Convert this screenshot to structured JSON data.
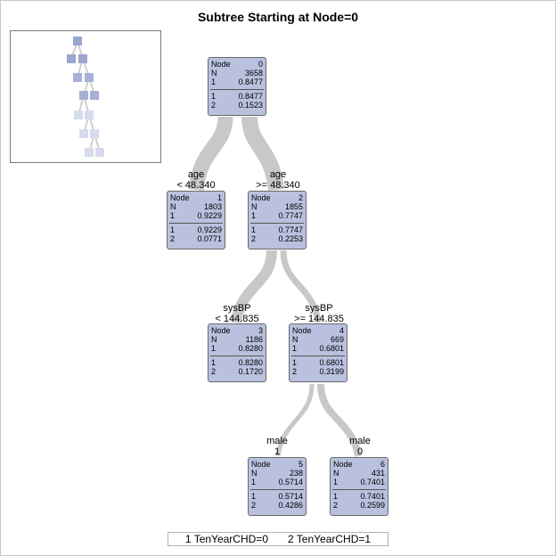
{
  "title": "Subtree Starting at Node=0",
  "nodes": [
    {
      "id": "0",
      "header_label": "Node",
      "n_label": "N",
      "n": "3658",
      "class_label": "1",
      "class_value": "0.8477",
      "p1_label": "1",
      "p1": "0.8477",
      "p2_label": "2",
      "p2": "0.1523"
    },
    {
      "id": "1",
      "header_label": "Node",
      "n_label": "N",
      "n": "1803",
      "class_label": "1",
      "class_value": "0.9229",
      "p1_label": "1",
      "p1": "0.9229",
      "p2_label": "2",
      "p2": "0.0771"
    },
    {
      "id": "2",
      "header_label": "Node",
      "n_label": "N",
      "n": "1855",
      "class_label": "1",
      "class_value": "0.7747",
      "p1_label": "1",
      "p1": "0.7747",
      "p2_label": "2",
      "p2": "0.2253"
    },
    {
      "id": "3",
      "header_label": "Node",
      "n_label": "N",
      "n": "1186",
      "class_label": "1",
      "class_value": "0.8280",
      "p1_label": "1",
      "p1": "0.8280",
      "p2_label": "2",
      "p2": "0.1720"
    },
    {
      "id": "4",
      "header_label": "Node",
      "n_label": "N",
      "n": "669",
      "class_label": "1",
      "class_value": "0.6801",
      "p1_label": "1",
      "p1": "0.6801",
      "p2_label": "2",
      "p2": "0.3199"
    },
    {
      "id": "5",
      "header_label": "Node",
      "n_label": "N",
      "n": "238",
      "class_label": "1",
      "class_value": "0.5714",
      "p1_label": "1",
      "p1": "0.5714",
      "p2_label": "2",
      "p2": "0.4286"
    },
    {
      "id": "6",
      "header_label": "Node",
      "n_label": "N",
      "n": "431",
      "class_label": "1",
      "class_value": "0.7401",
      "p1_label": "1",
      "p1": "0.7401",
      "p2_label": "2",
      "p2": "0.2599"
    }
  ],
  "branches": [
    {
      "from": "0",
      "to": "1",
      "variable": "age",
      "rule": "< 48.340"
    },
    {
      "from": "0",
      "to": "2",
      "variable": "age",
      "rule": ">= 48.340"
    },
    {
      "from": "2",
      "to": "3",
      "variable": "sysBP",
      "rule": "< 144.835"
    },
    {
      "from": "2",
      "to": "4",
      "variable": "sysBP",
      "rule": ">= 144.835"
    },
    {
      "from": "4",
      "to": "5",
      "variable": "male",
      "rule": "1"
    },
    {
      "from": "4",
      "to": "6",
      "variable": "male",
      "rule": "0"
    }
  ],
  "legend": [
    {
      "text": "1  TenYearCHD=0"
    },
    {
      "text": "2  TenYearCHD=1"
    }
  ],
  "colors": {
    "node_fill": "#b9c1df",
    "link": "#c8c8c8",
    "thumb_node": "#9aa6d0"
  }
}
